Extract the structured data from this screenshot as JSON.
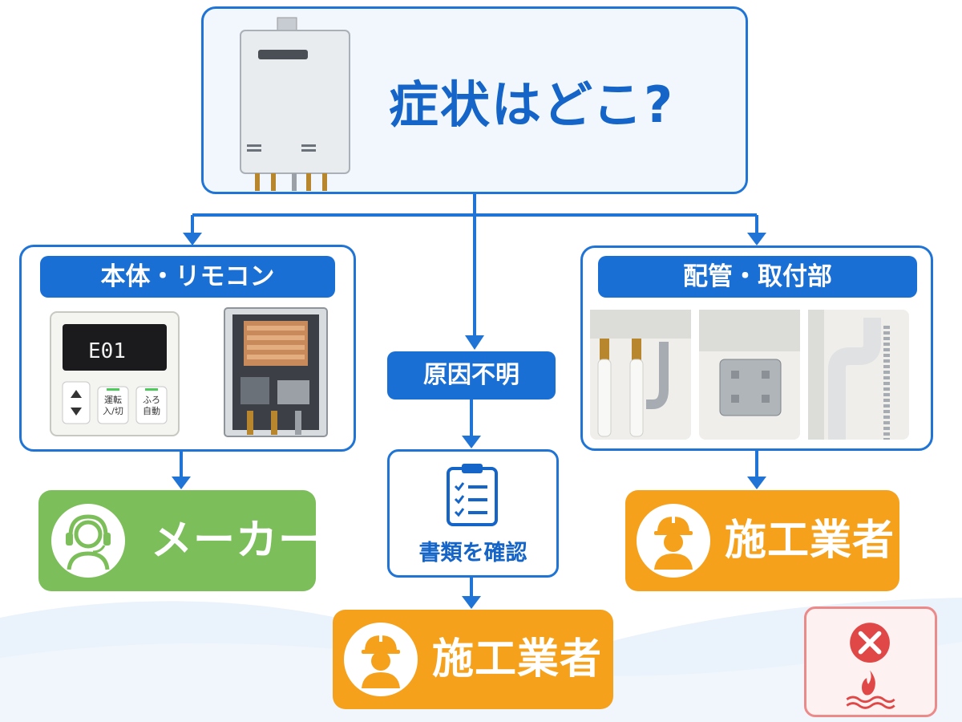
{
  "title": "症状はどこ?",
  "left_branch": {
    "label": "本体・リモコン",
    "remote": {
      "display": "E01",
      "btn1": [
        "運転",
        "入/切"
      ],
      "btn2": [
        "ふろ",
        "自動"
      ]
    }
  },
  "middle_branch": {
    "label": "原因不明",
    "doc_label": "書類を確認"
  },
  "right_branch": {
    "label": "配管・取付部"
  },
  "results": {
    "maker": "メーカー",
    "contractor_right": "施工業者",
    "contractor_middle": "施工業者"
  },
  "colors": {
    "blue": "#1a6fd4",
    "green": "#7cbf5a",
    "orange": "#f5a11c",
    "warn_red": "#e04848"
  },
  "icons": {
    "support": "headset-icon",
    "worker": "construction-worker-icon",
    "checklist": "clipboard-checklist-icon",
    "warning": "close-circle-icon",
    "fire": "fire-icon"
  }
}
